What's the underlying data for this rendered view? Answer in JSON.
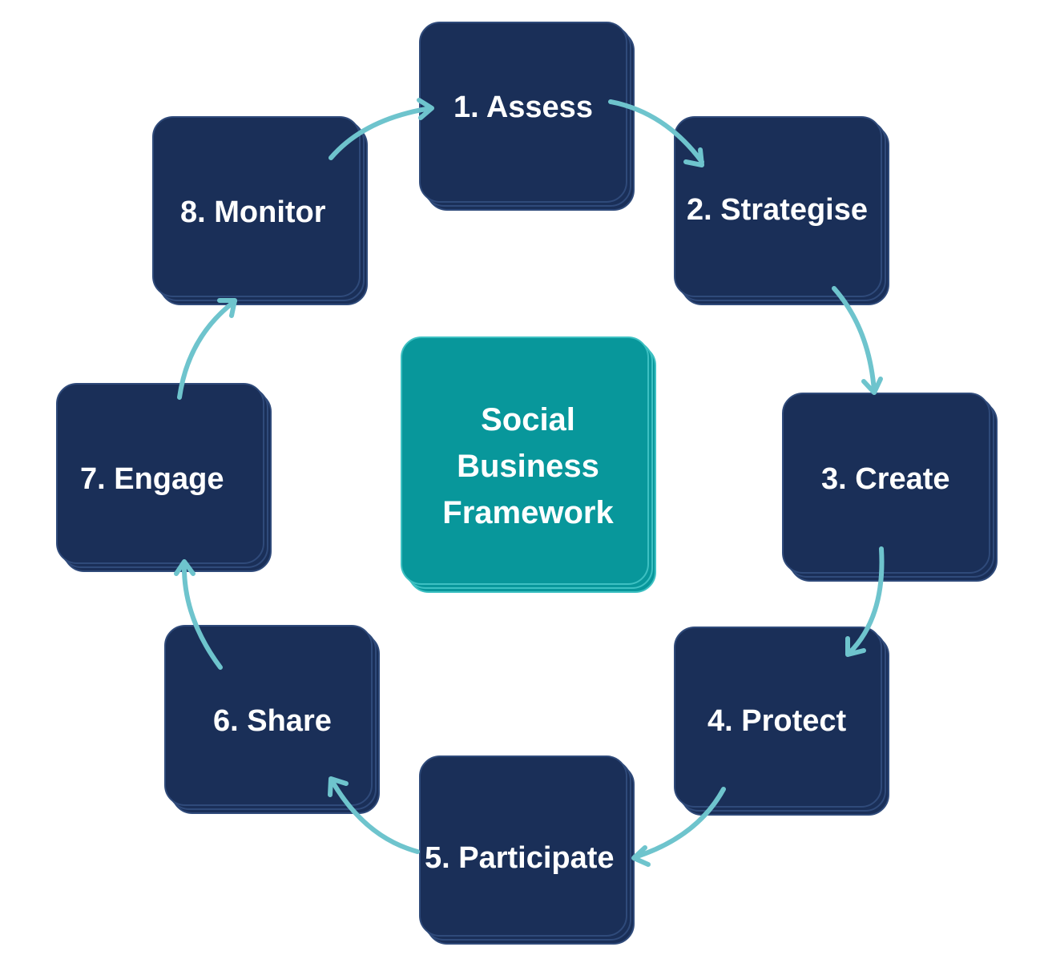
{
  "center": {
    "lines": [
      "Social",
      "Business",
      "Framework"
    ]
  },
  "steps": [
    {
      "label": "1. Assess"
    },
    {
      "label": "2. Strategise"
    },
    {
      "label": "3. Create"
    },
    {
      "label": "4. Protect"
    },
    {
      "label": "5. Participate"
    },
    {
      "label": "6. Share"
    },
    {
      "label": "7. Engage"
    },
    {
      "label": "8. Monitor"
    }
  ],
  "colors": {
    "box": "#1a2f58",
    "center_box": "#08979b",
    "arrow": "#6ec4cd",
    "text": "#ffffff"
  }
}
